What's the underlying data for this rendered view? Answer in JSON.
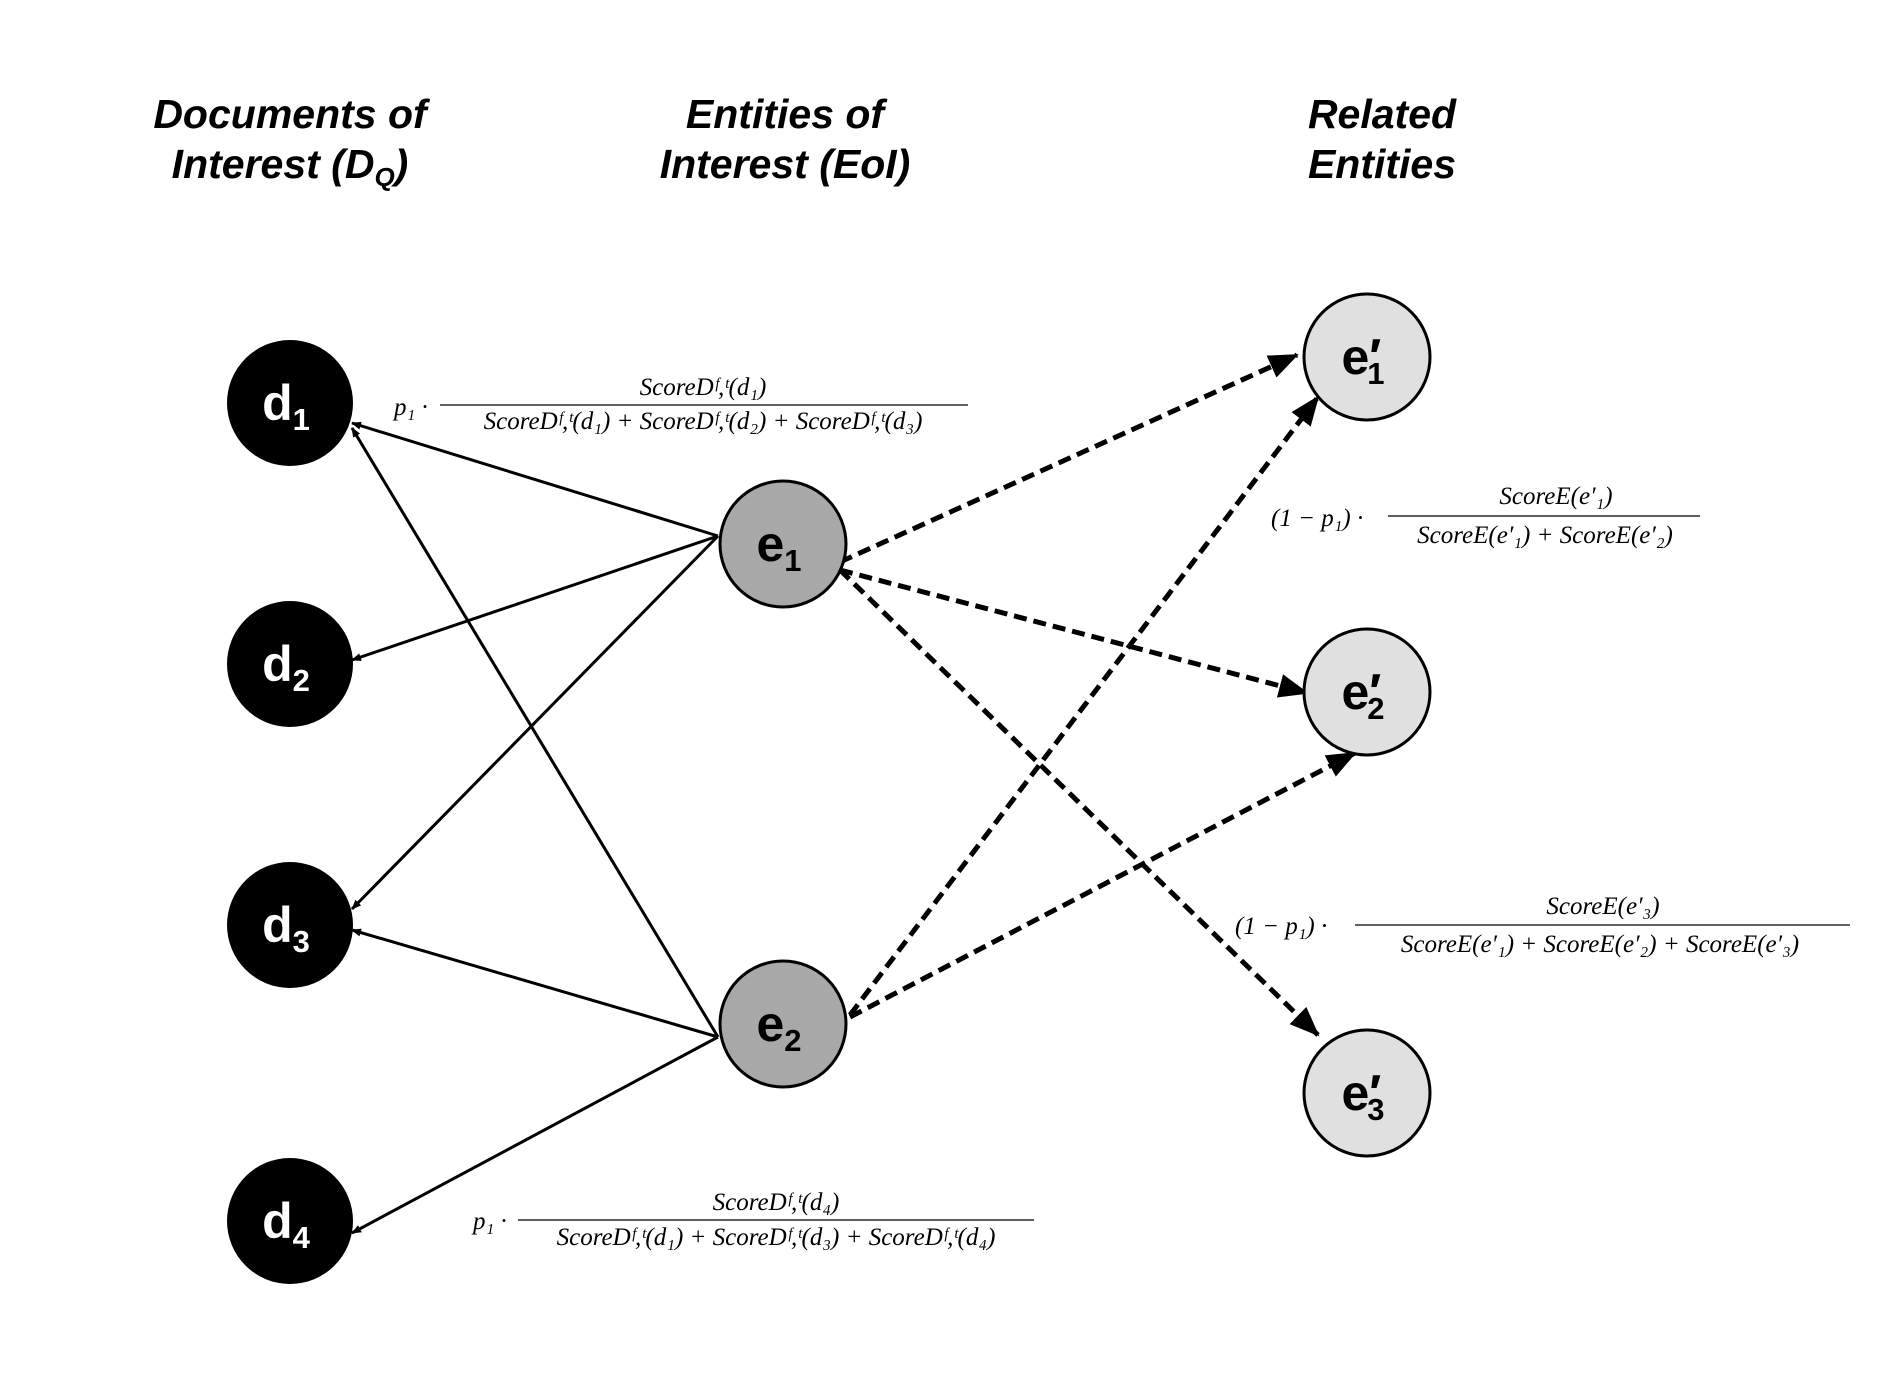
{
  "headers": {
    "documents": {
      "line1": "Documents of",
      "line2_text": "Interest (D",
      "line2_sub": "Q",
      "line2_close": ")"
    },
    "entities": {
      "line1": "Entities of",
      "line2": "Interest (EoI)"
    },
    "related": {
      "line1": "Related",
      "line2": "Entities"
    }
  },
  "nodes": {
    "d1": {
      "base": "d",
      "sub": "1"
    },
    "d2": {
      "base": "d",
      "sub": "2"
    },
    "d3": {
      "base": "d",
      "sub": "3"
    },
    "d4": {
      "base": "d",
      "sub": "4"
    },
    "e1": {
      "base": "e",
      "sub": "1"
    },
    "e2": {
      "base": "e",
      "sub": "2"
    },
    "e1p": {
      "base": "e",
      "prime": "′",
      "sub": "1"
    },
    "e2p": {
      "base": "e",
      "prime": "′",
      "sub": "2"
    },
    "e3p": {
      "base": "e",
      "prime": "′",
      "sub": "3"
    }
  },
  "formulas": {
    "f_d1": {
      "prefix": "p₁ ·",
      "numerator": "ScoreDᶠ,ᵗ(d₁)",
      "denominator": "ScoreDᶠ,ᵗ(d₁) + ScoreDᶠ,ᵗ(d₂) + ScoreDᶠ,ᵗ(d₃)"
    },
    "f_d4": {
      "prefix": "p₁ ·",
      "numerator": "ScoreDᶠ,ᵗ(d₄)",
      "denominator": "ScoreDᶠ,ᵗ(d₁) + ScoreDᶠ,ᵗ(d₃) + ScoreDᶠ,ᵗ(d₄)"
    },
    "f_e1p": {
      "prefix": "(1 − p₁) ·",
      "numerator": "ScoreE(e′₁)",
      "denominator": "ScoreE(e′₁) + ScoreE(e′₂)"
    },
    "f_e3p": {
      "prefix": "(1 − p₁) ·",
      "numerator": "ScoreE(e′₃)",
      "denominator": "ScoreE(e′₁) + ScoreE(e′₂) + ScoreE(e′₃)"
    }
  },
  "colors": {
    "document_fill": "#000000",
    "document_text": "#ffffff",
    "eoi_fill": "#a8a8a8",
    "related_fill": "#e0e0e0",
    "edge": "#000000"
  },
  "edges": [
    {
      "from": "e1",
      "to": "d1",
      "style": "solid"
    },
    {
      "from": "e1",
      "to": "d2",
      "style": "solid"
    },
    {
      "from": "e1",
      "to": "d3",
      "style": "solid"
    },
    {
      "from": "e2",
      "to": "d1",
      "style": "solid"
    },
    {
      "from": "e2",
      "to": "d3",
      "style": "solid"
    },
    {
      "from": "e2",
      "to": "d4",
      "style": "solid"
    },
    {
      "from": "e1",
      "to": "e1p",
      "style": "dashed"
    },
    {
      "from": "e1",
      "to": "e2p",
      "style": "dashed"
    },
    {
      "from": "e1",
      "to": "e3p",
      "style": "dashed"
    },
    {
      "from": "e2",
      "to": "e1p",
      "style": "dashed"
    },
    {
      "from": "e2",
      "to": "e2p",
      "style": "dashed"
    }
  ]
}
